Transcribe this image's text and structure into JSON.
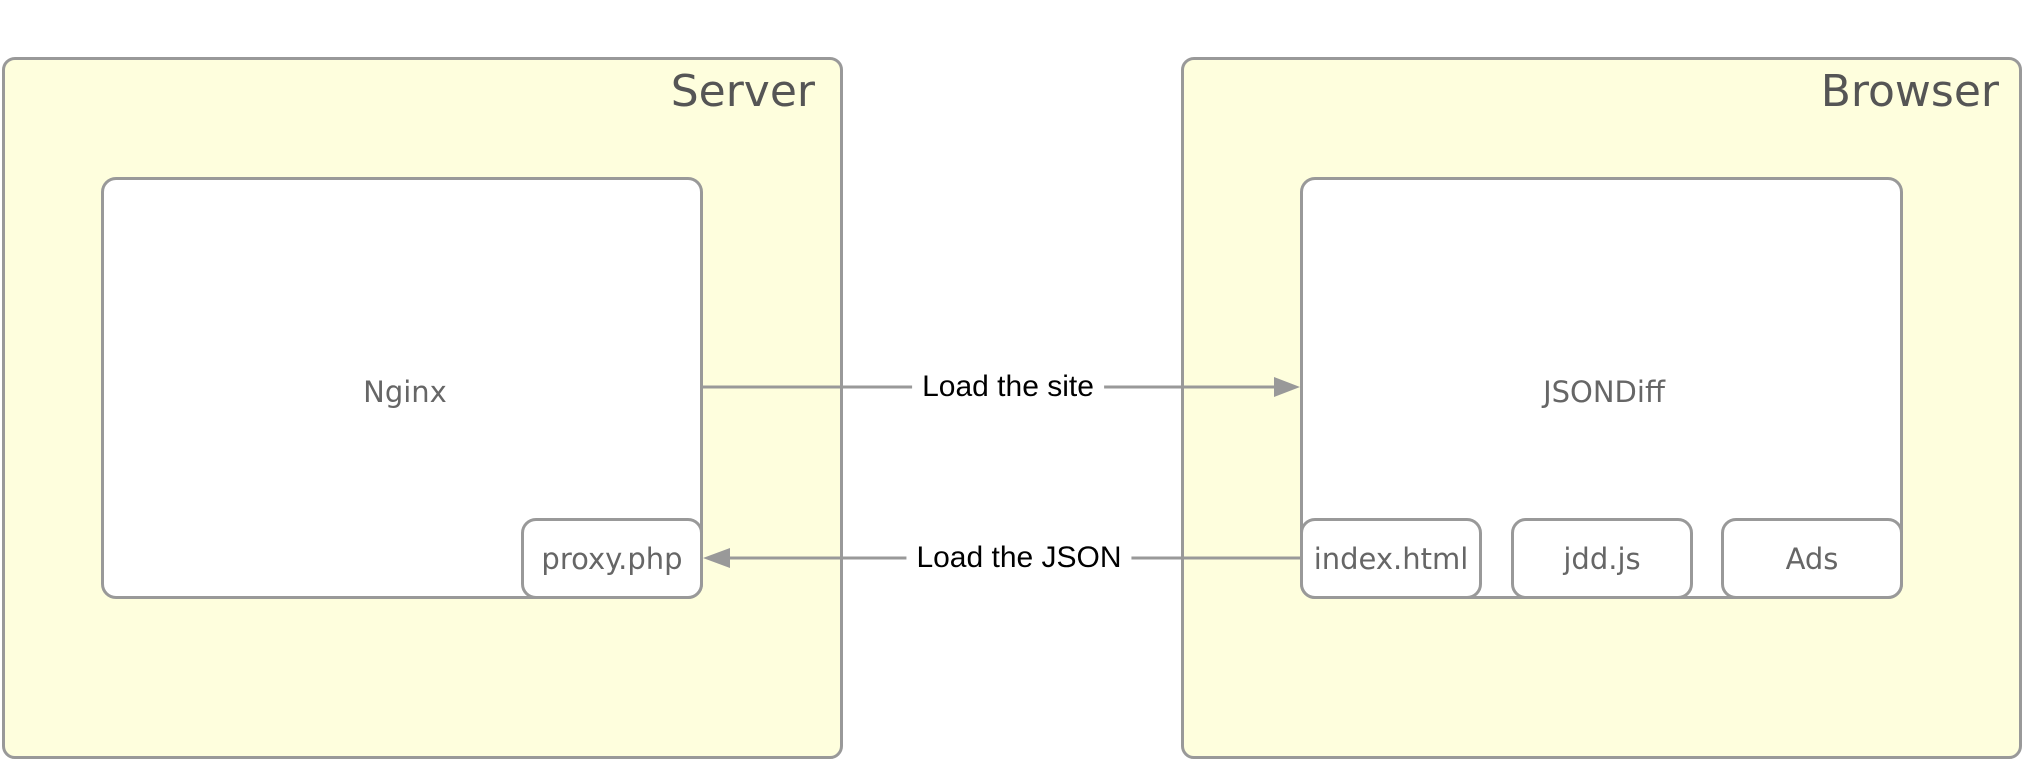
{
  "colors": {
    "group_fill": "#fefedd",
    "stroke": "#999999",
    "title_text": "#555555",
    "node_text": "#666666",
    "edge_text": "#000000"
  },
  "server": {
    "title": "Server",
    "nginx": {
      "label": "Nginx",
      "proxy": "proxy.php"
    }
  },
  "browser": {
    "title": "Browser",
    "jsondiff": {
      "label": "JSONDiff",
      "files": [
        "index.html",
        "jdd.js",
        "Ads"
      ]
    }
  },
  "edges": {
    "load_site": "Load the site",
    "load_json": "Load the JSON"
  }
}
